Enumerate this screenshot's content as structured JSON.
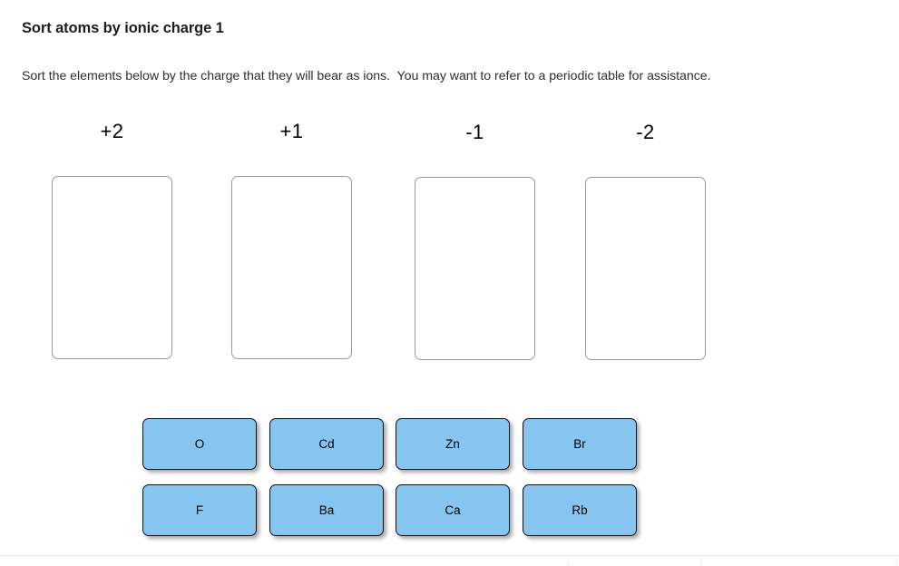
{
  "header": {
    "title": "Sort atoms by ionic charge 1",
    "instructions": "Sort the elements below by the charge that they will bear as ions.  You may want to refer to a periodic table for assistance."
  },
  "columns": [
    {
      "charge": "+2",
      "contents": []
    },
    {
      "charge": "+1",
      "contents": []
    },
    {
      "charge": "-1",
      "contents": []
    },
    {
      "charge": "-2",
      "contents": []
    }
  ],
  "tray": {
    "rows": [
      {
        "tiles": [
          {
            "label": "O"
          },
          {
            "label": "Cd"
          },
          {
            "label": "Zn"
          },
          {
            "label": "Br"
          }
        ]
      },
      {
        "tiles": [
          {
            "label": "F"
          },
          {
            "label": "Ba"
          },
          {
            "label": "Ca"
          },
          {
            "label": "Rb"
          }
        ]
      }
    ]
  },
  "colors": {
    "tile_fill": "#86c5f0",
    "tile_border": "#111111",
    "dropzone_border": "#9a9a9a",
    "page_background": "#ffffff",
    "text": "#1c1d1f",
    "divider": "#e8e8ea"
  }
}
